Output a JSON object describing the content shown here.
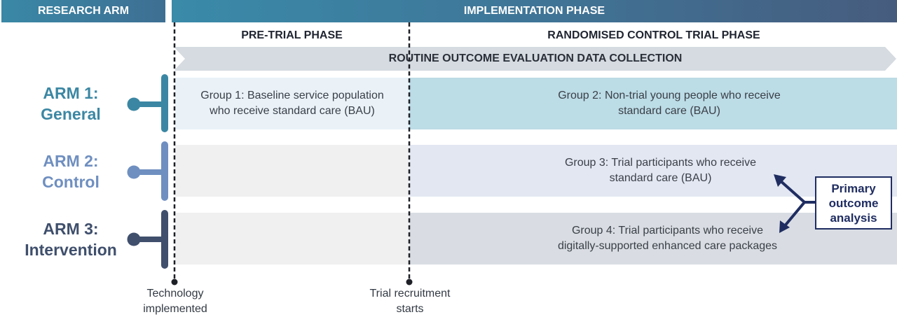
{
  "headers": {
    "research_arm": "RESEARCH ARM",
    "implementation_phase": "IMPLEMENTATION PHASE",
    "pre_trial_phase": "PRE-TRIAL PHASE",
    "rct_phase": "RANDOMISED CONTROL TRIAL PHASE",
    "routine_collection": "ROUTINE OUTCOME EVALUATION DATA COLLECTION"
  },
  "arms": [
    {
      "line1": "ARM 1:",
      "line2": "General",
      "color": "#3b87a3"
    },
    {
      "line1": "ARM 2:",
      "line2": "Control",
      "color": "#6f8fc0"
    },
    {
      "line1": "ARM 3:",
      "line2": "Intervention",
      "color": "#3f4f6c"
    }
  ],
  "groups": {
    "g1": {
      "line1": "Group 1: Baseline service population",
      "line2": "who receive standard care (BAU)"
    },
    "g2": {
      "line1": "Group 2: Non-trial young people who receive",
      "line2": "standard care (BAU)"
    },
    "g3": {
      "line1": "Group 3: Trial participants who receive",
      "line2": "standard care (BAU)"
    },
    "g4": {
      "line1": "Group 4: Trial participants who receive",
      "line2": "digitally-supported enhanced care packages"
    }
  },
  "primary_outcome": {
    "line1": "Primary",
    "line2": "outcome",
    "line3": "analysis"
  },
  "milestones": {
    "technology": {
      "line1": "Technology",
      "line2": "implemented"
    },
    "recruitment": {
      "line1": "Trial recruitment",
      "line2": "starts"
    }
  },
  "colors": {
    "arm1_row_pre": "#eaf2f8",
    "arm1_row_rct": "#bcdce6",
    "arm2_row_pre": "#f0f0f0",
    "arm2_row_rct": "#e2e7f2",
    "arm3_row_pre": "#f0f0f0",
    "arm3_row_rct": "#d9dde3",
    "routine_band": "#d5dbe1",
    "navy": "#1f2d61"
  }
}
